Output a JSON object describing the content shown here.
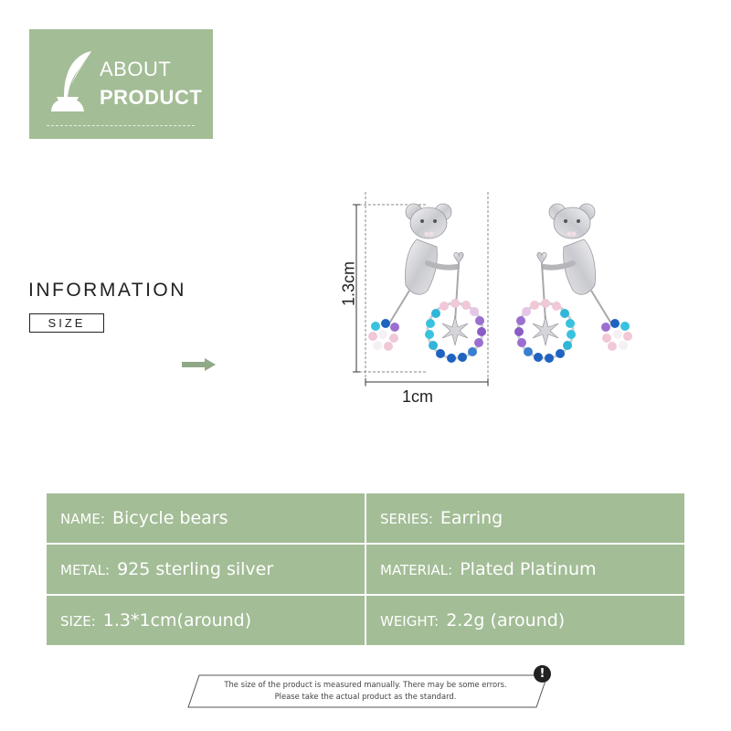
{
  "header": {
    "icon": "quill-inkwell-icon",
    "line1": "ABOUT",
    "line2": "PRODUCT",
    "bg_color": "#a3bd96"
  },
  "information": {
    "title": "INFORMATION",
    "tag": "SIZE",
    "arrow_icon": "arrow-right-icon",
    "arrow_color": "#8fa886"
  },
  "dimensions": {
    "height_label": "1.3cm",
    "width_label": "1cm"
  },
  "product_image": {
    "description": "Pair of silver bear-on-penny-farthing bicycle stud earrings with pink, purple, turquoise and blue stones"
  },
  "specs": [
    [
      {
        "key": "NAME:",
        "value": "Bicycle bears"
      },
      {
        "key": "SERIES:",
        "value": "Earring"
      }
    ],
    [
      {
        "key": "METAL:",
        "value": "925 sterling silver"
      },
      {
        "key": "MATERIAL:",
        "value": "Plated Platinum"
      }
    ],
    [
      {
        "key": "SIZE:",
        "value": "1.3*1cm(around)"
      },
      {
        "key": "WEIGHT:",
        "value": "2.2g (around)"
      }
    ]
  ],
  "notice": {
    "line1": "The size of the product is measured manually. There may be some errors.",
    "line2": "Please take the actual product as the standard.",
    "icon": "!"
  }
}
